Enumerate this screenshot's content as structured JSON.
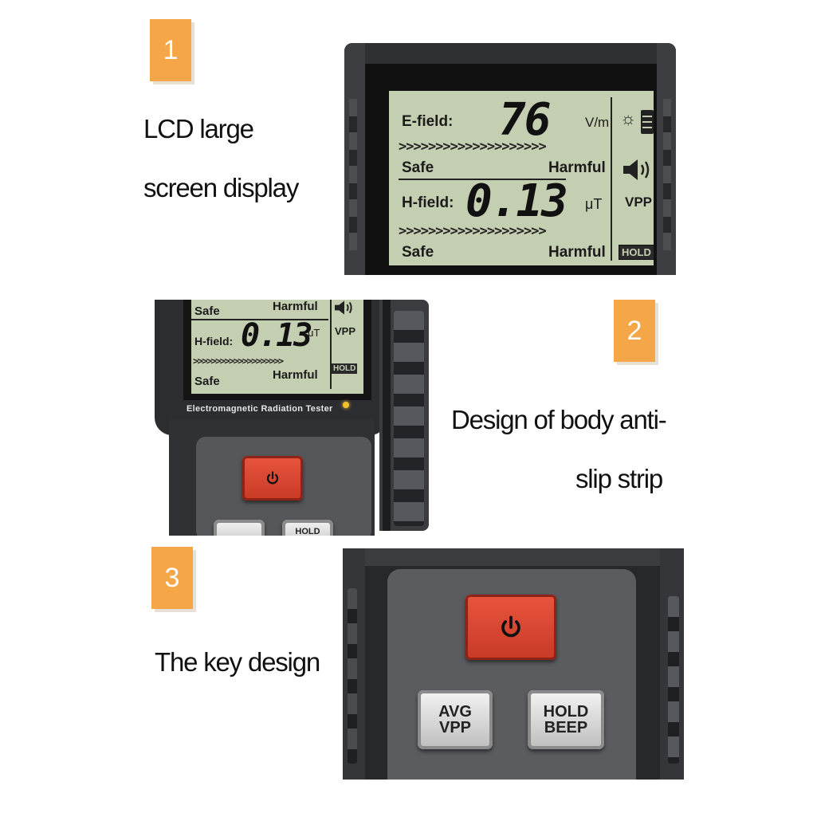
{
  "badges": [
    "1",
    "2",
    "3"
  ],
  "captions": {
    "lcd_line1": "LCD large",
    "lcd_line2": "screen display",
    "body_line1": "Design of body anti-",
    "body_line2": "slip strip",
    "key": "The key design"
  },
  "lcd": {
    "e_label": "E-field:",
    "e_value": "76",
    "e_unit": "V/m",
    "h_label": "H-field:",
    "h_value": "0.13",
    "h_unit": "μT",
    "safe": "Safe",
    "harmful": "Harmful",
    "arrows": ">>>>>>>>>>>>>>>>>>>>",
    "vpp": "VPP",
    "hold": "HOLD"
  },
  "device": {
    "brand": "Electromagnetic Radiation Tester",
    "hold_partial": "HOLD"
  },
  "keys": {
    "avg": "AVG",
    "vpp": "VPP",
    "hold": "HOLD",
    "beep": "BEEP"
  },
  "colors": {
    "badge": "#f5a646",
    "lcd": "#c4cfb2",
    "power_key": "#d9462f"
  }
}
